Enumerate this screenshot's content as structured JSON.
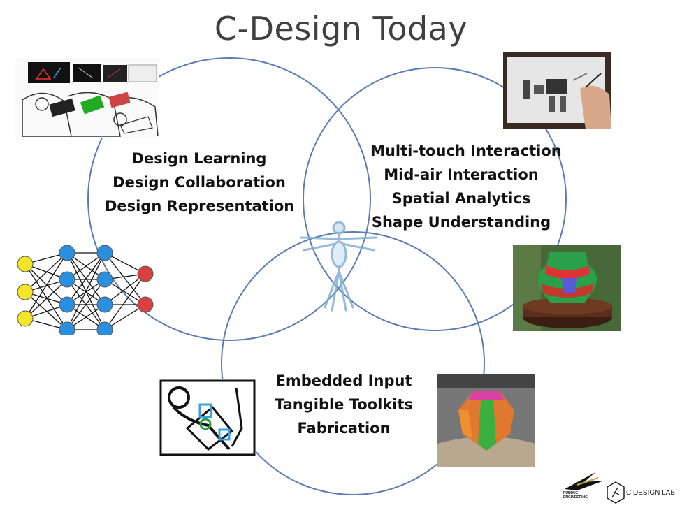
{
  "title": "C-Design Today",
  "circles": [
    {
      "label_lines": [
        "Design Learning",
        "Design Collaboration",
        "Design Representation"
      ]
    },
    {
      "label_lines": [
        "Multi-touch Interaction",
        "Mid-air Interaction",
        "Spatial Analytics",
        "Shape Understanding"
      ]
    },
    {
      "label_lines": [
        "Embedded Input",
        "Tangible Toolkits",
        "Fabrication"
      ]
    }
  ],
  "colors": {
    "circle_stroke": "#5b7bb5",
    "node_input": "#f5e52a",
    "node_hidden": "#2b8fe0",
    "node_output": "#d94040"
  },
  "logos": {
    "purdue_line1": "PURDUE",
    "purdue_line2": "ENGINEERING",
    "lab_name": "C DESIGN LAB"
  },
  "icons": [
    "collaboration-sketch-image",
    "tablet-sketch-image",
    "neural-network-icon",
    "vitruvian-figure-icon",
    "pottery-shape-image",
    "drawing-sketch-image",
    "fabrication-image"
  ]
}
